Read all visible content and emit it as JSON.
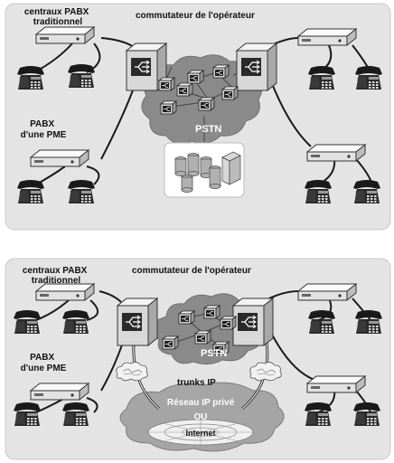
{
  "colors": {
    "panel_fill": "#e4e4e4",
    "panel_border": "#c8c8c8",
    "cloud_fill": "#8a8a8a",
    "cloud_light": "#a5a5a5",
    "device": "#ececec",
    "ink": "#111111"
  },
  "top": {
    "label_pabx_trad": [
      "centraux PABX",
      "traditionnel"
    ],
    "label_switch": "commutateur de l'opérateur",
    "label_pabx_pme": [
      "PABX",
      "d'une PME"
    ],
    "label_pstn": "PSTN"
  },
  "bottom": {
    "label_pabx_trad": [
      "centraux PABX",
      "traditionnel"
    ],
    "label_switch": "commutateur de l'opérateur",
    "label_pabx_pme": [
      "PABX",
      "d'une PME"
    ],
    "label_pstn": "PSTN",
    "label_trunks": "trunks IP",
    "label_ip_network": "Réseau IP privé",
    "label_or": "OU",
    "label_internet": "Internet"
  },
  "icons": [
    "pabx-unit-icon",
    "telephone-icon",
    "switch-tower-icon",
    "network-node-icon",
    "server-stack-icon",
    "firewall-cloud-icon",
    "internet-globe-icon"
  ]
}
